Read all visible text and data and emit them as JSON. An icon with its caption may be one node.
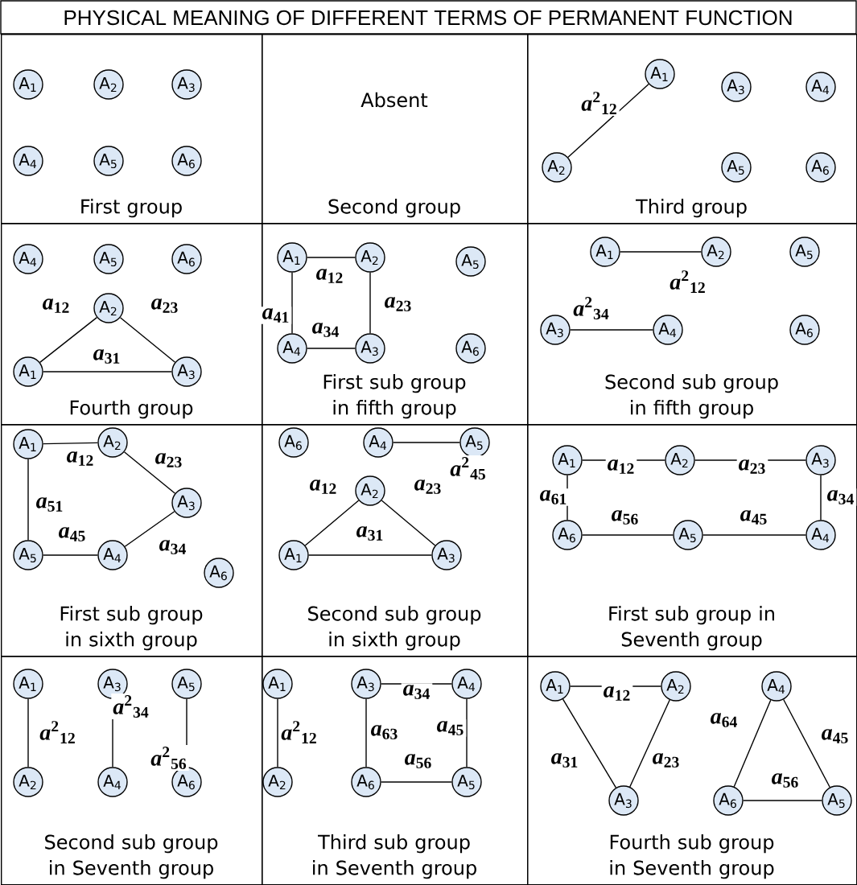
{
  "diagram": {
    "title": "PHYSICAL MEANING OF DIFFERENT TERMS OF PERMANENT FUNCTION",
    "nodes": [
      {
        "text": [
          "First group"
        ]
      },
      {
        "text": [
          "A$_{1}$"
        ],
        "in": 0
      },
      {
        "text": [
          "A$_{2}$"
        ],
        "in": 0
      },
      {
        "text": [
          "A$_{3}$"
        ],
        "in": 0
      },
      {
        "text": [
          "A$_{4}$"
        ],
        "in": 0
      },
      {
        "text": [
          "A$_{5}$"
        ],
        "in": 0
      },
      {
        "text": [
          "A$_{6}$"
        ],
        "in": 0
      },
      {
        "text": [
          "Absent",
          "Second group"
        ]
      },
      {
        "text": [
          "Third group"
        ]
      },
      {
        "text": [
          "A$_{1}$"
        ],
        "in": 8
      },
      {
        "text": [
          "A$_{2}$"
        ],
        "in": 8
      },
      {
        "text": [
          "A$_{3}$"
        ],
        "in": 8
      },
      {
        "text": [
          "A$_{4}$"
        ],
        "in": 8
      },
      {
        "text": [
          "A$_{5}$"
        ],
        "in": 8
      },
      {
        "text": [
          "A$_{6}$"
        ],
        "in": 8
      },
      {
        "text": [
          "Fourth group"
        ]
      },
      {
        "text": [
          "A$_{1}$"
        ],
        "in": 15
      },
      {
        "text": [
          "A$_{2}$"
        ],
        "in": 15
      },
      {
        "text": [
          "A$_{3}$"
        ],
        "in": 15
      },
      {
        "text": [
          "A$_{4}$"
        ],
        "in": 15
      },
      {
        "text": [
          "A$_{5}$"
        ],
        "in": 15
      },
      {
        "text": [
          "A$_{6}$"
        ],
        "in": 15
      },
      {
        "text": [
          "First sub group in fifth group"
        ]
      },
      {
        "text": [
          "A$_{1}$"
        ],
        "in": 22
      },
      {
        "text": [
          "A$_{2}$"
        ],
        "in": 22
      },
      {
        "text": [
          "A$_{3}$"
        ],
        "in": 22
      },
      {
        "text": [
          "A$_{4}$"
        ],
        "in": 22
      },
      {
        "text": [
          "A$_{5}$"
        ],
        "in": 22
      },
      {
        "text": [
          "A$_{6}$"
        ],
        "in": 22
      },
      {
        "text": [
          "Second sub group in fifth group"
        ]
      },
      {
        "text": [
          "A$_{1}$"
        ],
        "in": 29
      },
      {
        "text": [
          "A$_{2}$"
        ],
        "in": 29
      },
      {
        "text": [
          "A$_{3}$"
        ],
        "in": 29
      },
      {
        "text": [
          "A$_{4}$"
        ],
        "in": 29
      },
      {
        "text": [
          "A$_{5}$"
        ],
        "in": 29
      },
      {
        "text": [
          "A$_{6}$"
        ],
        "in": 29
      },
      {
        "text": [
          "First sub group in sixth group"
        ]
      },
      {
        "text": [
          "A$_{1}$"
        ],
        "in": 36
      },
      {
        "text": [
          "A$_{2}$"
        ],
        "in": 36
      },
      {
        "text": [
          "A$_{3}$"
        ],
        "in": 36
      },
      {
        "text": [
          "A$_{4}$"
        ],
        "in": 36
      },
      {
        "text": [
          "A$_{5}$"
        ],
        "in": 36
      },
      {
        "text": [
          "A$_{6}$"
        ],
        "in": 36
      },
      {
        "text": [
          "Second sub group in sixth group"
        ]
      },
      {
        "text": [
          "A$_{1}$"
        ],
        "in": 43
      },
      {
        "text": [
          "A$_{2}$"
        ],
        "in": 43
      },
      {
        "text": [
          "A$_{3}$"
        ],
        "in": 43
      },
      {
        "text": [
          "A$_{4}$"
        ],
        "in": 43
      },
      {
        "text": [
          "A$_{5}$"
        ],
        "in": 43
      },
      {
        "text": [
          "A$_{6}$"
        ],
        "in": 43
      },
      {
        "text": [
          "First sub group in Seventh group"
        ]
      },
      {
        "text": [
          "A$_{1}$"
        ],
        "in": 50
      },
      {
        "text": [
          "A$_{2}$"
        ],
        "in": 50
      },
      {
        "text": [
          "A$_{3}$"
        ],
        "in": 50
      },
      {
        "text": [
          "A$_{4}$"
        ],
        "in": 50
      },
      {
        "text": [
          "A$_{5}$"
        ],
        "in": 50
      },
      {
        "text": [
          "A$_{6}$"
        ],
        "in": 50
      },
      {
        "text": [
          "Second sub group in Seventh group"
        ]
      },
      {
        "text": [
          "A$_{1}$"
        ],
        "in": 57
      },
      {
        "text": [
          "A$_{2}$"
        ],
        "in": 57
      },
      {
        "text": [
          "A$_{3}$"
        ],
        "in": 57
      },
      {
        "text": [
          "A$_{4}$"
        ],
        "in": 57
      },
      {
        "text": [
          "A$_{5}$"
        ],
        "in": 57
      },
      {
        "text": [
          "A$_{6}$"
        ],
        "in": 57
      },
      {
        "text": [
          "Third sub group in Seventh group"
        ]
      },
      {
        "text": [
          "A$_{1}$"
        ],
        "in": 64
      },
      {
        "text": [
          "A$_{2}$"
        ],
        "in": 64
      },
      {
        "text": [
          "A$_{3}$"
        ],
        "in": 64
      },
      {
        "text": [
          "A$_{4}$"
        ],
        "in": 64
      },
      {
        "text": [
          "A$_{5}$"
        ],
        "in": 64
      },
      {
        "text": [
          "A$_{6}$"
        ],
        "in": 64
      },
      {
        "text": [
          "Fourth sub group in Seventh group"
        ]
      },
      {
        "text": [
          "A$_{1}$"
        ],
        "in": 71
      },
      {
        "text": [
          "A$_{2}$"
        ],
        "in": 71
      },
      {
        "text": [
          "A$_{3}$"
        ],
        "in": 71
      },
      {
        "text": [
          "A$_{4}$"
        ],
        "in": 71
      },
      {
        "text": [
          "A$_{5}$"
        ],
        "in": 71
      },
      {
        "text": [
          "A$_{6}$"
        ],
        "in": 71
      }
    ],
    "edges": [
      {
        "from": 9,
        "to": 10,
        "arrow": "none",
        "label": "*a*$^{2}$$_{12}$"
      },
      {
        "from": 16,
        "to": 17,
        "arrow": "none",
        "label": "*a*$_{12}$"
      },
      {
        "from": 17,
        "to": 18,
        "arrow": "none",
        "label": "*a*$_{23}$"
      },
      {
        "from": 16,
        "to": 18,
        "arrow": "none",
        "label": "*a*$_{31}$"
      },
      {
        "from": 23,
        "to": 24,
        "arrow": "none",
        "label": "*a*$_{12}$"
      },
      {
        "from": 24,
        "to": 25,
        "arrow": "none",
        "label": "*a*$_{23}$"
      },
      {
        "from": 26,
        "to": 25,
        "arrow": "none",
        "label": "*a*$_{34}$"
      },
      {
        "from": 26,
        "to": 23,
        "arrow": "none",
        "label": "*a*$_{41}$"
      },
      {
        "from": 30,
        "to": 31,
        "arrow": "none",
        "label": "*a*$^{2}$$_{12}$"
      },
      {
        "from": 32,
        "to": 33,
        "arrow": "none",
        "label": "*a*$^{2}$$_{34}$"
      },
      {
        "from": 37,
        "to": 38,
        "arrow": "none",
        "label": "*a*$_{12}$"
      },
      {
        "from": 38,
        "to": 39,
        "arrow": "none",
        "label": "*a*$_{23}$"
      },
      {
        "from": 39,
        "to": 40,
        "arrow": "none",
        "label": "*a*$_{34}$"
      },
      {
        "from": 40,
        "to": 41,
        "arrow": "none",
        "label": "*a*$_{45}$"
      },
      {
        "from": 41,
        "to": 37,
        "arrow": "none",
        "label": "*a*$_{51}$"
      },
      {
        "from": 47,
        "to": 48,
        "arrow": "none",
        "label": "*a*$^{2}$$_{45}$"
      },
      {
        "from": 44,
        "to": 45,
        "arrow": "none",
        "label": "*a*$_{12}$"
      },
      {
        "from": 45,
        "to": 46,
        "arrow": "none",
        "label": "*a*$_{23}$"
      },
      {
        "from": 44,
        "to": 46,
        "arrow": "none",
        "label": "*a*$_{31}$"
      },
      {
        "from": 51,
        "to": 52,
        "arrow": "none",
        "label": "*a*$_{12}$"
      },
      {
        "from": 52,
        "to": 53,
        "arrow": "none",
        "label": "*a*$_{23}$"
      },
      {
        "from": 53,
        "to": 54,
        "arrow": "none",
        "label": "*a*$_{34}$"
      },
      {
        "from": 54,
        "to": 55,
        "arrow": "none",
        "label": "*a*$_{45}$"
      },
      {
        "from": 55,
        "to": 56,
        "arrow": "none",
        "label": "*a*$_{56}$"
      },
      {
        "from": 56,
        "to": 51,
        "arrow": "none",
        "label": "*a*$_{61}$"
      },
      {
        "from": 58,
        "to": 59,
        "arrow": "none",
        "label": "*a*$^{2}$$_{12}$"
      },
      {
        "from": 60,
        "to": 61,
        "arrow": "none",
        "label": "*a*$^{2}$$_{34}$"
      },
      {
        "from": 62,
        "to": 63,
        "arrow": "none",
        "label": "*a*$^{2}$$_{56}$"
      },
      {
        "from": 65,
        "to": 66,
        "arrow": "none",
        "label": "*a*$^{2}$$_{12}$"
      },
      {
        "from": 67,
        "to": 68,
        "arrow": "none",
        "label": "*a*$_{34}$"
      },
      {
        "from": 67,
        "to": 70,
        "arrow": "none",
        "label": "*a*$_{63}$"
      },
      {
        "from": 68,
        "to": 69,
        "arrow": "none",
        "label": "*a*$_{45}$"
      },
      {
        "from": 70,
        "to": 69,
        "arrow": "none",
        "label": "*a*$_{56}$"
      },
      {
        "from": 72,
        "to": 73,
        "arrow": "none",
        "label": "*a*$_{12}$"
      },
      {
        "from": 73,
        "to": 74,
        "arrow": "none",
        "label": "*a*$_{23}$"
      },
      {
        "from": 72,
        "to": 74,
        "arrow": "none",
        "label": "*a*$_{31}$"
      },
      {
        "from": 75,
        "to": 77,
        "arrow": "none",
        "label": "*a*$_{64}$"
      },
      {
        "from": 75,
        "to": 76,
        "arrow": "none",
        "label": "*a*$_{45}$"
      },
      {
        "from": 77,
        "to": 76,
        "arrow": "none",
        "label": "*a*$_{56}$"
      }
    ]
  }
}
